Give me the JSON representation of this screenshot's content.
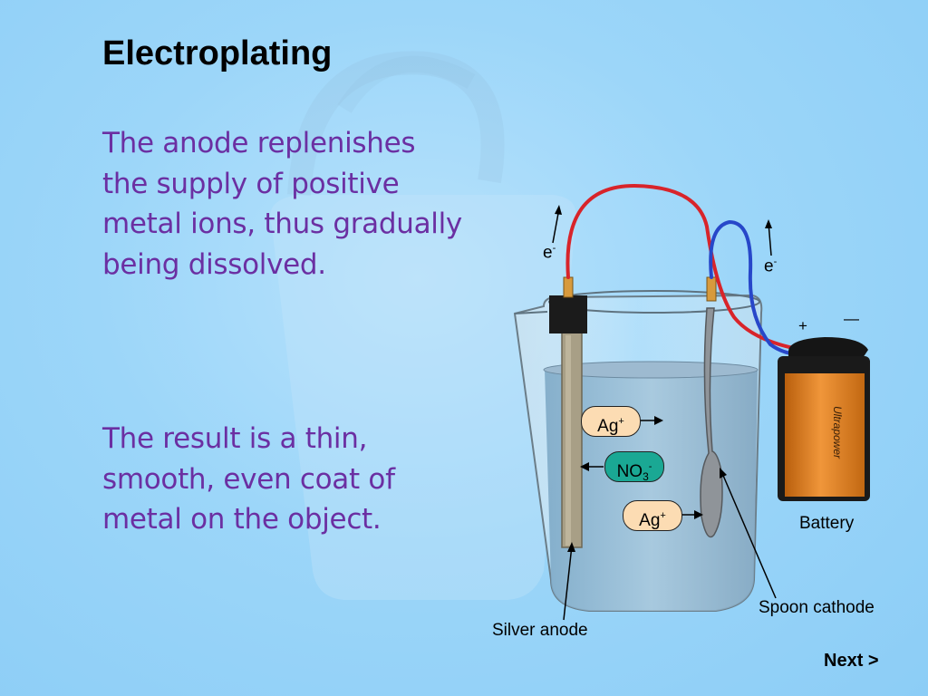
{
  "slide": {
    "title": "Electroplating",
    "paragraph1": [
      "The anode replenishes",
      "the supply of positive",
      "metal ions, thus gradually",
      "being dissolved."
    ],
    "paragraph2": [
      "The result is a thin,",
      "smooth, even coat of",
      "metal on the object."
    ]
  },
  "diagram": {
    "electron_left": {
      "base": "e",
      "charge": "-"
    },
    "electron_right": {
      "base": "e",
      "charge": "-"
    },
    "terminal_plus": "+",
    "terminal_minus": "—",
    "ion_ag_top": {
      "base": "Ag",
      "charge": "+"
    },
    "ion_no3": {
      "base": "NO",
      "sub": "3",
      "charge": "-"
    },
    "ion_ag_bottom": {
      "base": "Ag",
      "charge": "+"
    },
    "battery_label": "Battery",
    "battery_brand": "Ultrapower",
    "cathode_label": "Spoon cathode",
    "anode_label": "Silver anode"
  },
  "nav": {
    "next_label": "Next >"
  },
  "colors": {
    "background": "#9cd6f9",
    "body_text": "#6b2fa2",
    "red_wire": "#d8242a",
    "blue_wire": "#2747c9",
    "battery_orange": "#e3831d",
    "no3_ion": "#1aa894",
    "ag_ion": "#fcdcb3"
  }
}
